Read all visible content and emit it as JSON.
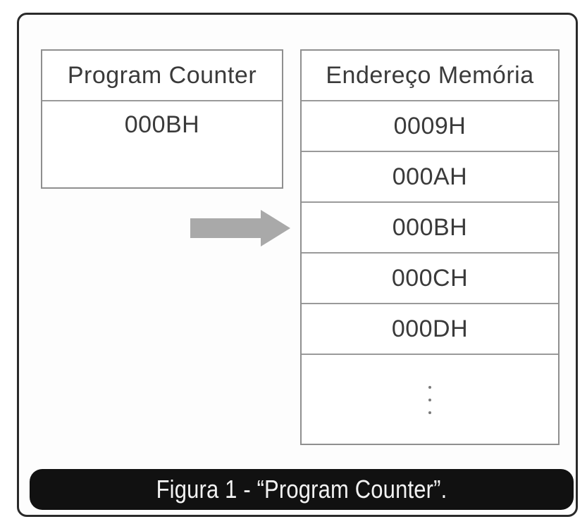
{
  "program_counter": {
    "header": "Program Counter",
    "value": "000BH"
  },
  "memory": {
    "header": "Endereço Memória",
    "addresses": [
      "0009H",
      "000AH",
      "000BH",
      "000CH",
      "000DH"
    ],
    "continuation": "⋮",
    "pointed_address": "000BH"
  },
  "arrow": {
    "icon": "right-arrow-icon",
    "color": "#a9a9a9"
  },
  "caption": "Figura 1 - “Program Counter”."
}
